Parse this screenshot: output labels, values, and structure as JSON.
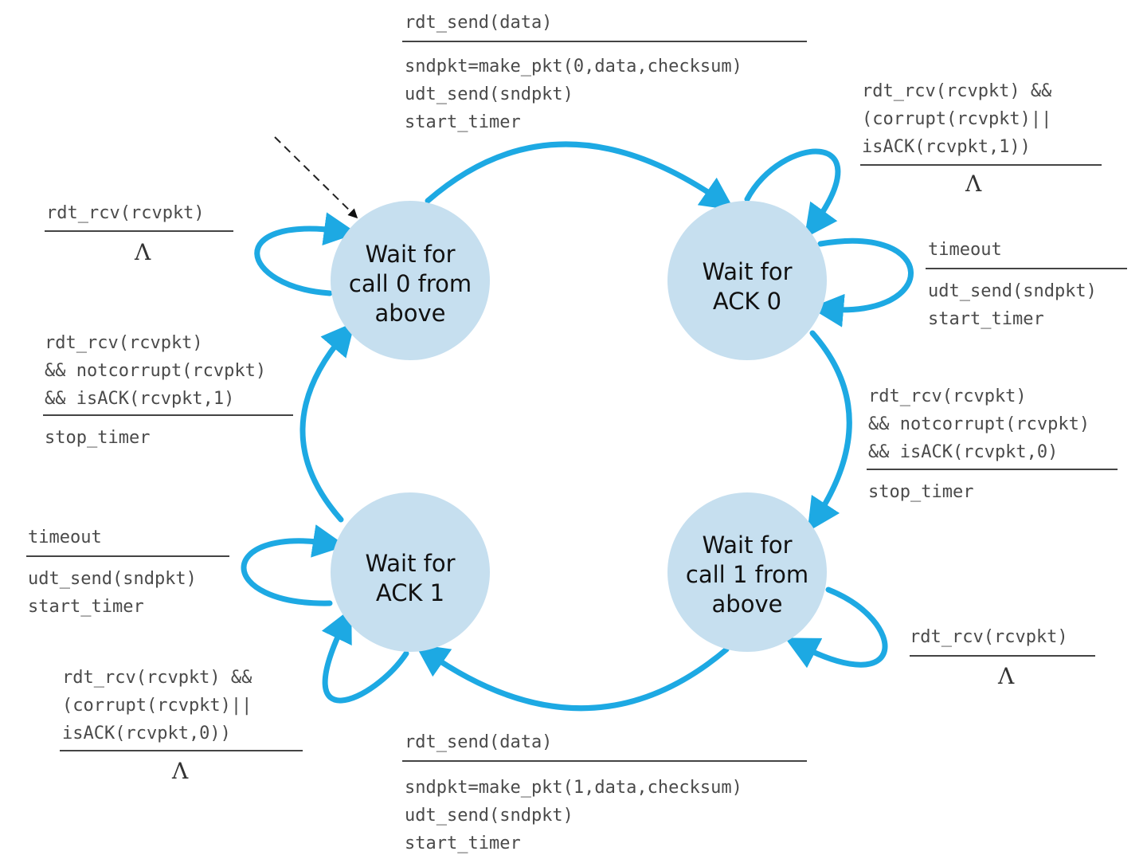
{
  "states": {
    "wait_call0": [
      "Wait for",
      "call 0 from",
      "above"
    ],
    "wait_ack0": [
      "Wait for",
      "ACK 0"
    ],
    "wait_call1": [
      "Wait for",
      "call 1 from",
      "above"
    ],
    "wait_ack1": [
      "Wait for",
      "ACK 1"
    ]
  },
  "transitions": {
    "top_send0": {
      "event": [
        "rdt_send(data)"
      ],
      "actions": [
        "sndpkt=make_pkt(0,data,checksum)",
        "udt_send(sndpkt)",
        "start_timer"
      ]
    },
    "ack0_selfloop_rcv": {
      "event": [
        "rdt_rcv(rcvpkt) &&",
        "(corrupt(rcvpkt)||",
        "isACK(rcvpkt,1))"
      ],
      "actions": [
        "Λ"
      ]
    },
    "ack0_timeout": {
      "event": [
        "timeout"
      ],
      "actions": [
        "udt_send(sndpkt)",
        "start_timer"
      ]
    },
    "ack0_to_call1": {
      "event": [
        "rdt_rcv(rcvpkt)",
        "&& notcorrupt(rcvpkt)",
        "&& isACK(rcvpkt,0)"
      ],
      "actions": [
        "stop_timer"
      ]
    },
    "call1_selfloop": {
      "event": [
        "rdt_rcv(rcvpkt)"
      ],
      "actions": [
        "Λ"
      ]
    },
    "bottom_send1": {
      "event": [
        "rdt_send(data)"
      ],
      "actions": [
        "sndpkt=make_pkt(1,data,checksum)",
        "udt_send(sndpkt)",
        "start_timer"
      ]
    },
    "ack1_selfloop_rcv": {
      "event": [
        "rdt_rcv(rcvpkt) &&",
        "(corrupt(rcvpkt)||",
        "isACK(rcvpkt,0))"
      ],
      "actions": [
        "Λ"
      ]
    },
    "ack1_timeout": {
      "event": [
        "timeout"
      ],
      "actions": [
        "udt_send(sndpkt)",
        "start_timer"
      ]
    },
    "ack1_to_call0": {
      "event": [
        "rdt_rcv(rcvpkt)",
        "&& notcorrupt(rcvpkt)",
        "&& isACK(rcvpkt,1)"
      ],
      "actions": [
        "stop_timer"
      ]
    },
    "call0_selfloop": {
      "event": [
        "rdt_rcv(rcvpkt)"
      ],
      "actions": [
        "Λ"
      ]
    }
  },
  "colors": {
    "state_fill": "#c6dfef",
    "edge": "#1da9e3"
  }
}
